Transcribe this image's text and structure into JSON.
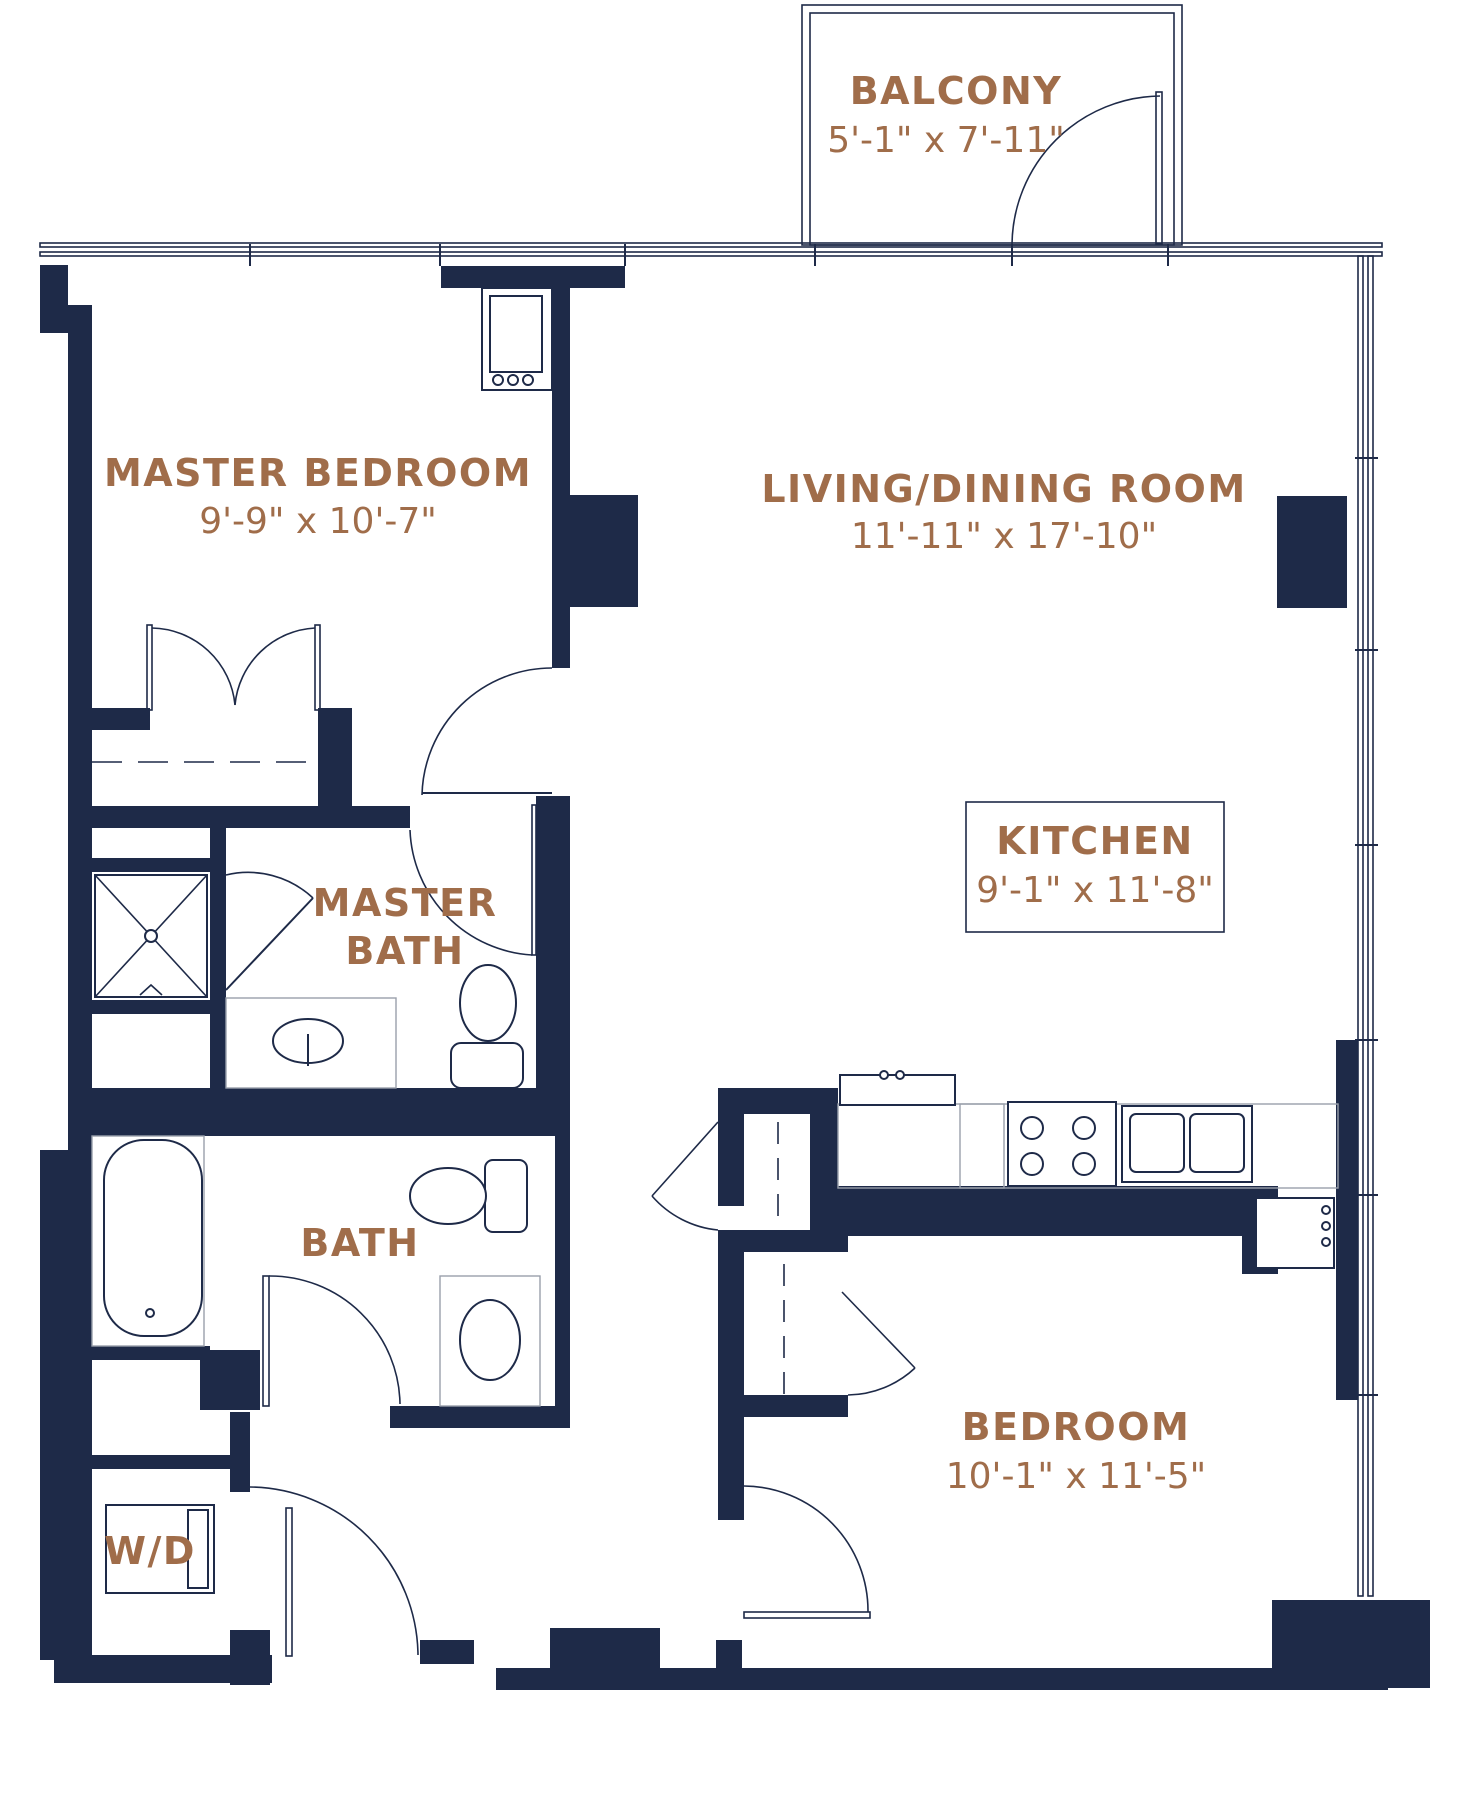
{
  "colors": {
    "wall": "#1e2a48",
    "label": "#a06d4a",
    "background": "#ffffff"
  },
  "rooms": {
    "balcony": {
      "name": "BALCONY",
      "dims": "5'-1\" x 7'-11\""
    },
    "master_bed": {
      "name": "MASTER BEDROOM",
      "dims": "9'-9\" x 10'-7\""
    },
    "living": {
      "name": "LIVING/DINING ROOM",
      "dims": "11'-11\" x 17'-10\""
    },
    "kitchen": {
      "name": "KITCHEN",
      "dims": "9'-1\" x 11'-8\""
    },
    "master_bath": {
      "name_line1": "MASTER",
      "name_line2": "BATH"
    },
    "bath": {
      "name": "BATH"
    },
    "bedroom": {
      "name": "BEDROOM",
      "dims": "10'-1\" x 11'-5\""
    },
    "wd": {
      "name": "W/D"
    }
  }
}
